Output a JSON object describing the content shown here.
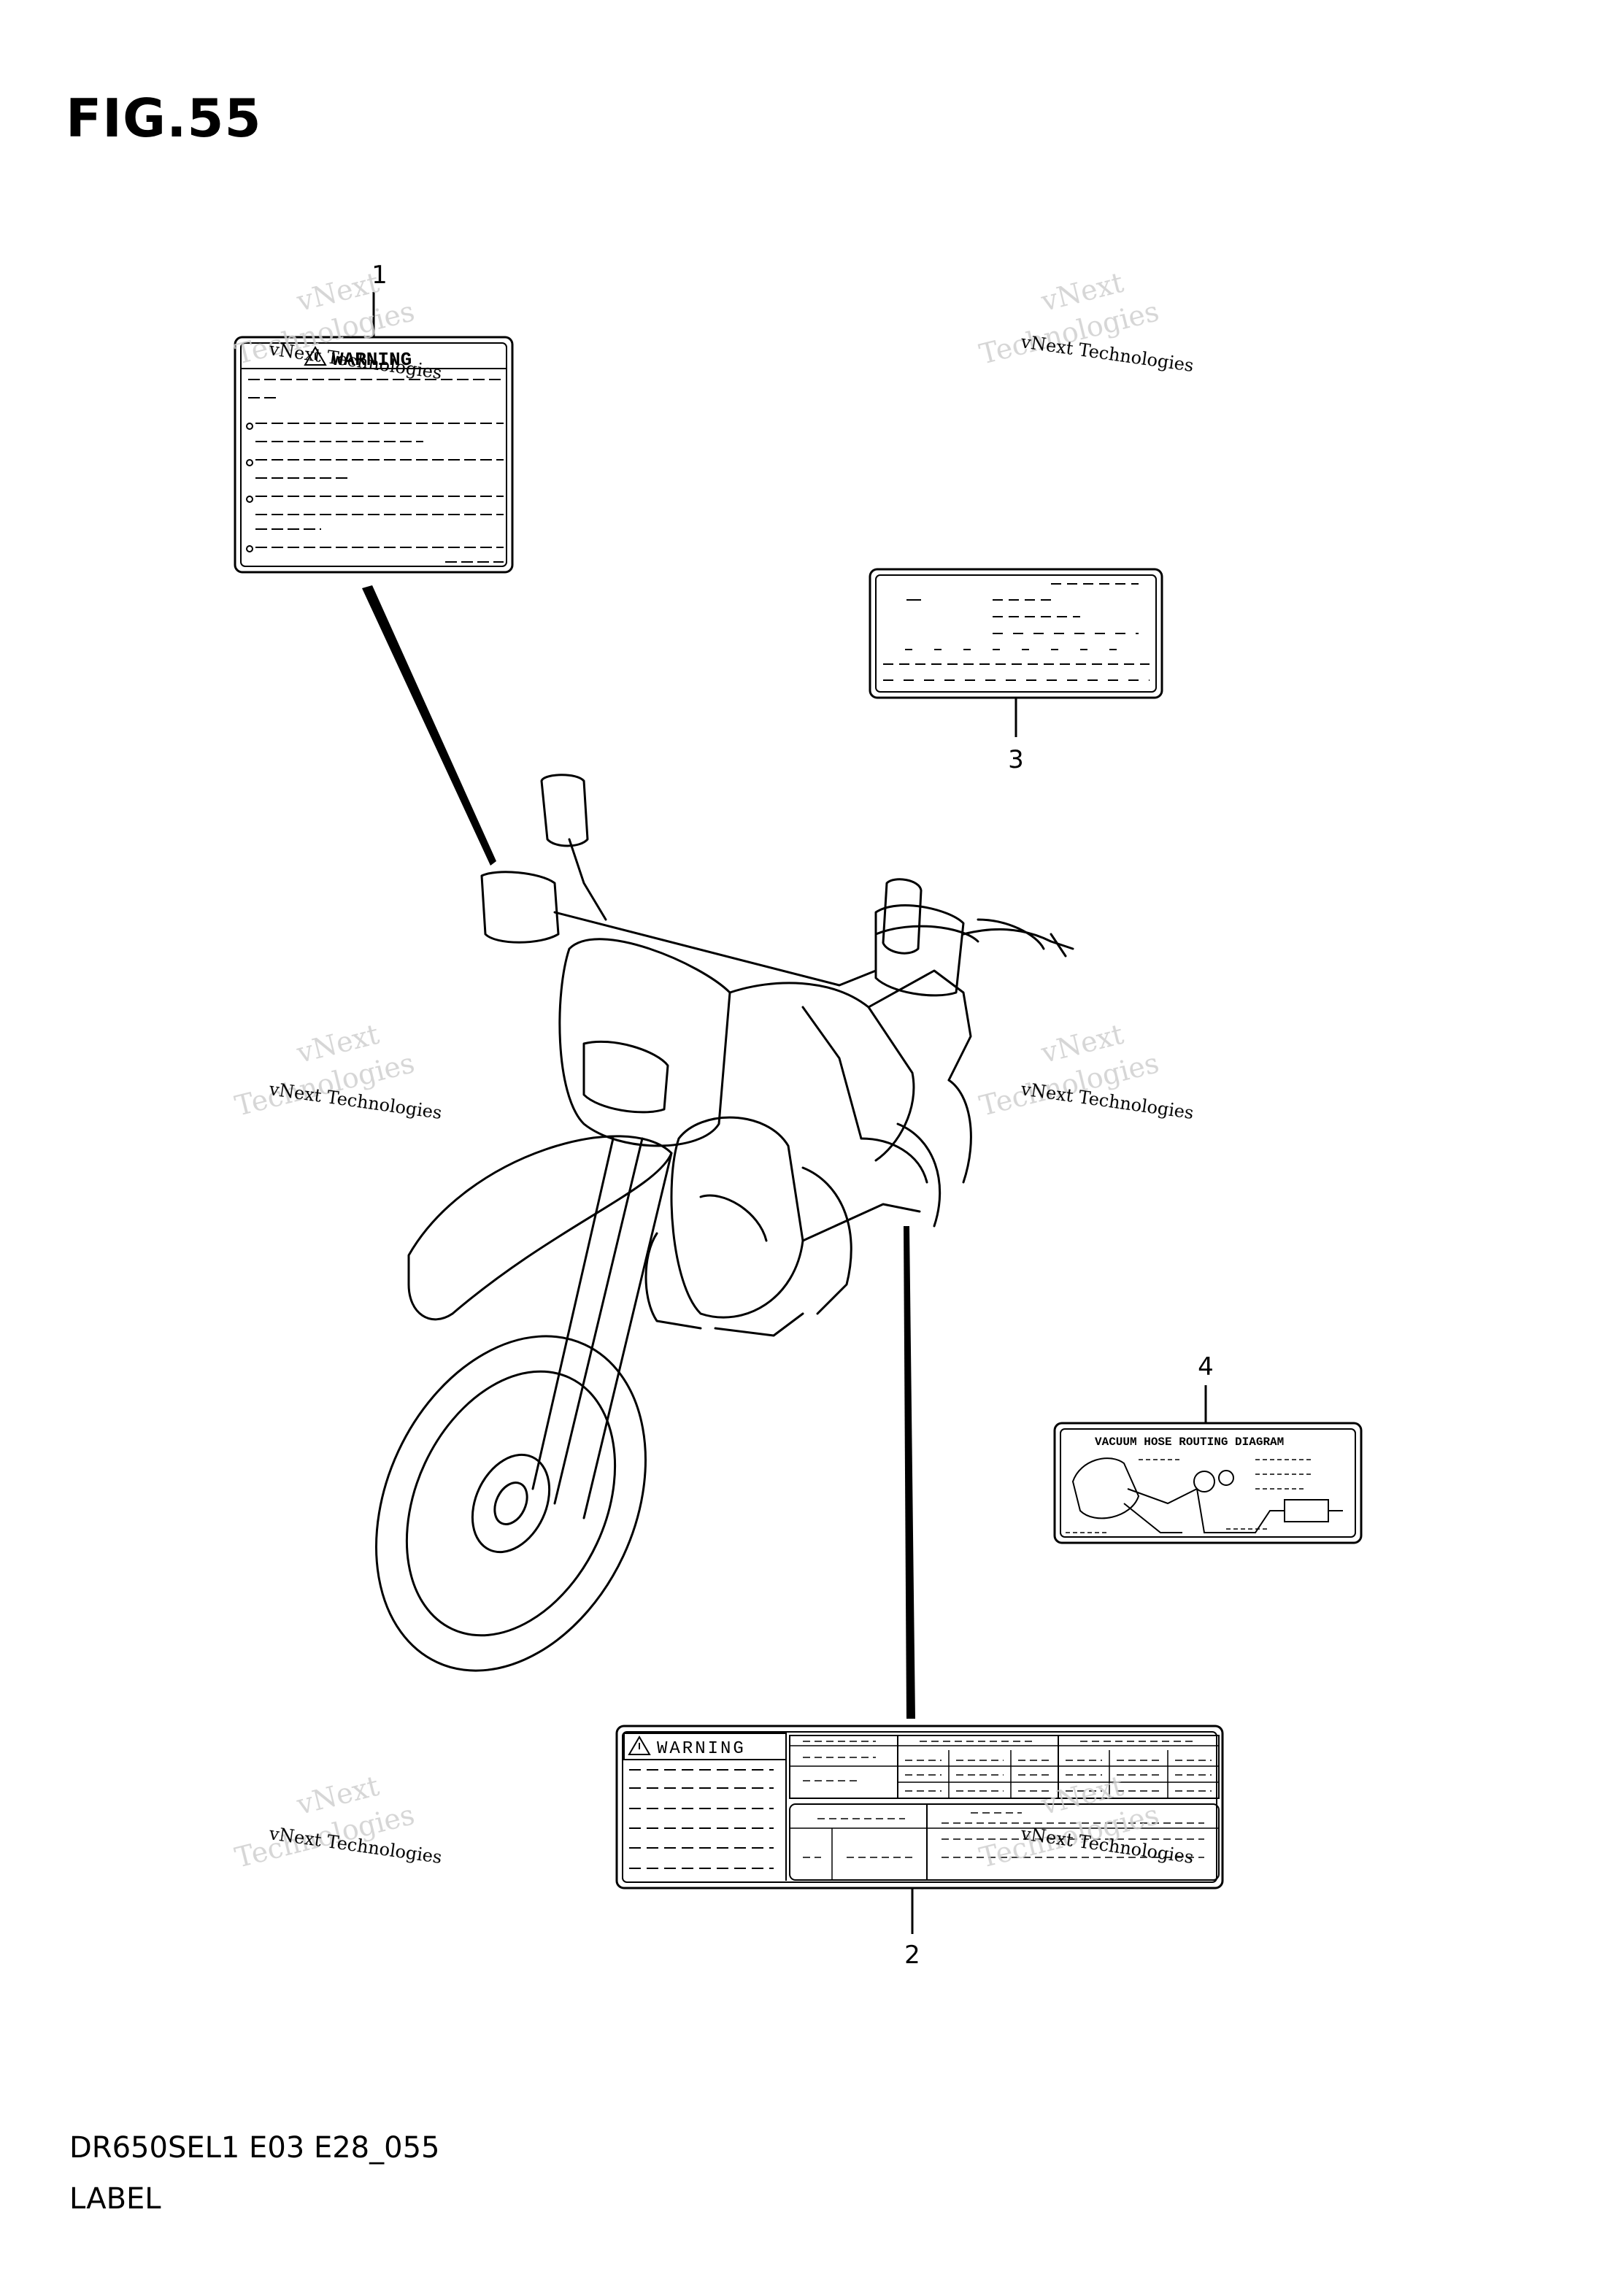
{
  "figure": {
    "title": "FIG.55"
  },
  "footer": {
    "code": "DR650SEL1 E03 E28_055",
    "name": "LABEL"
  },
  "labels": [
    {
      "number": "1",
      "heading": "WARNING"
    },
    {
      "number": "2",
      "heading": "WARNING"
    },
    {
      "number": "3"
    },
    {
      "number": "4",
      "heading": "VACUUM HOSE ROUTING DIAGRAM"
    }
  ],
  "watermark": {
    "line1": "vNext",
    "line2": "Technologies",
    "small": "vNext Technologies"
  },
  "colors": {
    "ink": "#000000",
    "watermark": "#cfcfcf"
  }
}
